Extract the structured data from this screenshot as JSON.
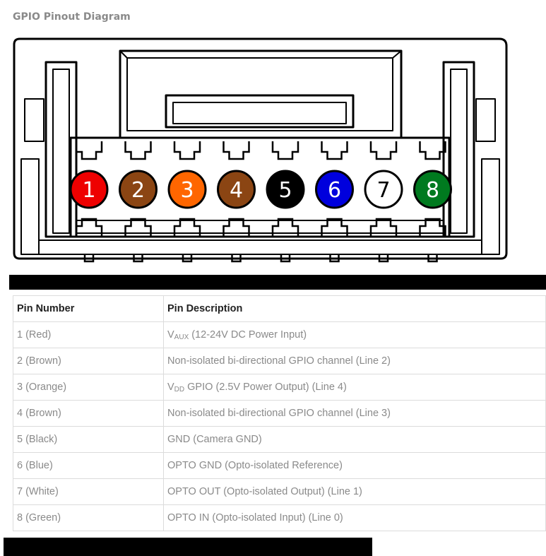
{
  "title": "GPIO Pinout Diagram",
  "connector": {
    "pins": [
      {
        "number": "1",
        "color": "#ee0000",
        "text_color": "#ffffff"
      },
      {
        "number": "2",
        "color": "#8b4513",
        "text_color": "#ffffff"
      },
      {
        "number": "3",
        "color": "#ff6600",
        "text_color": "#ffffff"
      },
      {
        "number": "4",
        "color": "#8b4513",
        "text_color": "#ffffff"
      },
      {
        "number": "5",
        "color": "#000000",
        "text_color": "#ffffff"
      },
      {
        "number": "6",
        "color": "#0000dd",
        "text_color": "#ffffff"
      },
      {
        "number": "7",
        "color": "#ffffff",
        "text_color": "#000000"
      },
      {
        "number": "8",
        "color": "#007a1f",
        "text_color": "#ffffff"
      }
    ]
  },
  "table": {
    "headers": [
      "Pin Number",
      "Pin Description"
    ],
    "rows": [
      {
        "pin": "1 (Red)",
        "desc_main": "V",
        "desc_sub": "AUX",
        "desc_rest": " (12-24V DC Power Input)"
      },
      {
        "pin": "2 (Brown)",
        "desc_main": "Non-isolated bi-directional GPIO channel (Line 2)",
        "desc_sub": "",
        "desc_rest": ""
      },
      {
        "pin": "3 (Orange)",
        "desc_main": "V",
        "desc_sub": "DD",
        "desc_rest": " GPIO (2.5V Power Output) (Line 4)"
      },
      {
        "pin": "4 (Brown)",
        "desc_main": "Non-isolated bi-directional GPIO channel (Line 3)",
        "desc_sub": "",
        "desc_rest": ""
      },
      {
        "pin": "5 (Black)",
        "desc_main": "GND (Camera GND)",
        "desc_sub": "",
        "desc_rest": ""
      },
      {
        "pin": "6 (Blue)",
        "desc_main": "OPTO GND (Opto-isolated Reference)",
        "desc_sub": "",
        "desc_rest": ""
      },
      {
        "pin": "7 (White)",
        "desc_main": "OPTO OUT (Opto-isolated Output) (Line 1)",
        "desc_sub": "",
        "desc_rest": ""
      },
      {
        "pin": "8 (Green)",
        "desc_main": "OPTO IN (Opto-isolated Input) (Line 0)",
        "desc_sub": "",
        "desc_rest": ""
      }
    ]
  }
}
